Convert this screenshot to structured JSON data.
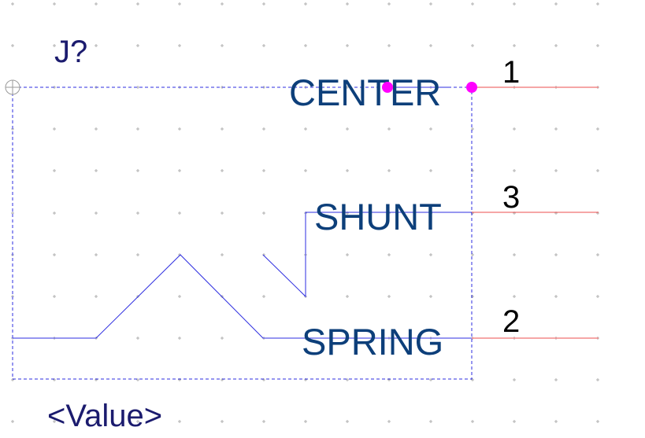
{
  "symbol": {
    "refdes": "J?",
    "value": "<Value>"
  },
  "pins": [
    {
      "name": "CENTER",
      "number": "1"
    },
    {
      "name": "SHUNT",
      "number": "3"
    },
    {
      "name": "SPRING",
      "number": "2"
    }
  ],
  "colors": {
    "body": "#2e2ee0",
    "pin_line": "#f07070",
    "pin_name": "#0d3f7a",
    "refdes": "#1b1b6e",
    "value": "#1b1b6e",
    "pin_number": "#000000",
    "selection_dot": "#ff00ff",
    "grid": "#b0b0b0"
  },
  "icons": {
    "origin": "origin-crosshair-icon"
  }
}
